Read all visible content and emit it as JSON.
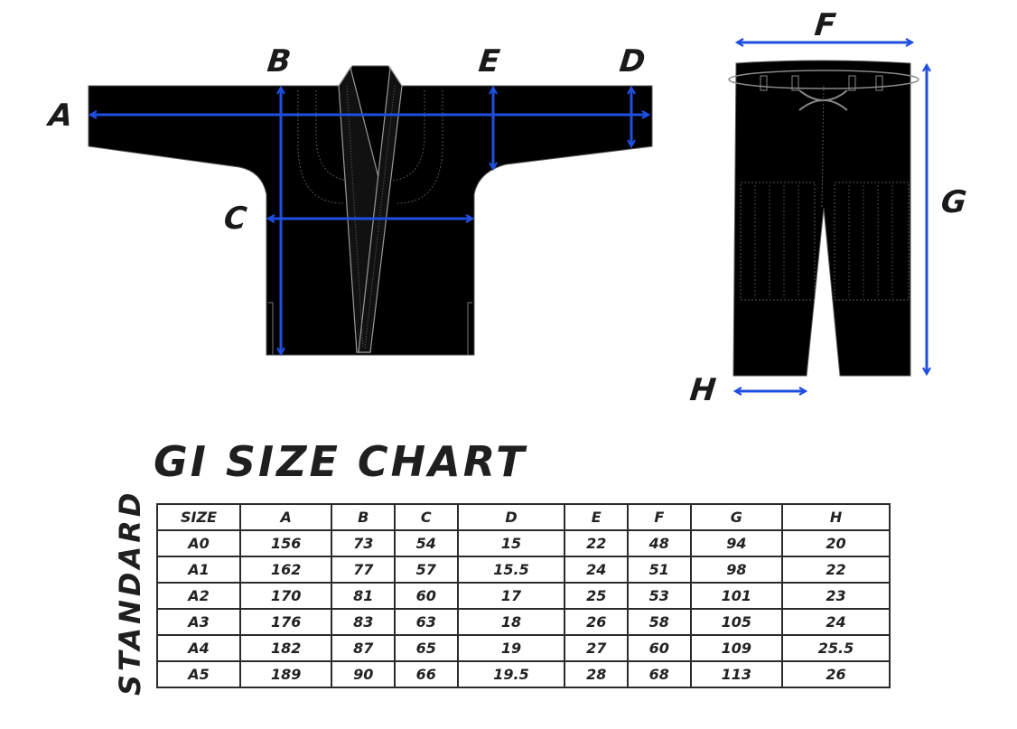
{
  "diagram": {
    "jacket_labels": {
      "A": "A",
      "B": "B",
      "C": "C",
      "D": "D",
      "E": "E"
    },
    "pants_labels": {
      "F": "F",
      "G": "G",
      "H": "H"
    },
    "arrow_color": "#1f4fe0",
    "garment_color": "#000000",
    "stitch_color": "#8a8a8a"
  },
  "title": "GI SIZE CHART",
  "side_label": "STANDARD",
  "chart_data": {
    "type": "table",
    "title": "GI SIZE CHART",
    "row_group": "STANDARD",
    "columns": [
      "SIZE",
      "A",
      "B",
      "C",
      "D",
      "E",
      "F",
      "G",
      "H"
    ],
    "rows": [
      [
        "A0",
        "156",
        "73",
        "54",
        "15",
        "22",
        "48",
        "94",
        "20"
      ],
      [
        "A1",
        "162",
        "77",
        "57",
        "15.5",
        "24",
        "51",
        "98",
        "22"
      ],
      [
        "A2",
        "170",
        "81",
        "60",
        "17",
        "25",
        "53",
        "101",
        "23"
      ],
      [
        "A3",
        "176",
        "83",
        "63",
        "18",
        "26",
        "58",
        "105",
        "24"
      ],
      [
        "A4",
        "182",
        "87",
        "65",
        "19",
        "27",
        "60",
        "109",
        "25.5"
      ],
      [
        "A5",
        "189",
        "90",
        "66",
        "19.5",
        "28",
        "68",
        "113",
        "26"
      ]
    ]
  }
}
